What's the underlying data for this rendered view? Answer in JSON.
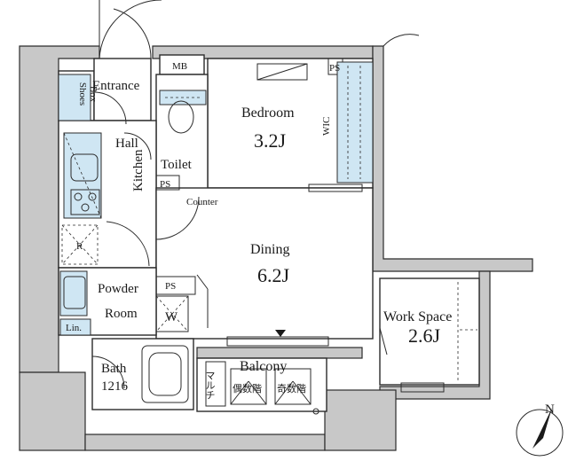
{
  "rooms": {
    "entrance": "Entrance",
    "shoes_box_line1": "Shoes",
    "shoes_box_line2": "Box",
    "mb": "MB",
    "bedroom": "Bedroom",
    "bedroom_size": "3.2J",
    "ps_top": "PS",
    "wic": "WIC",
    "hall": "Hall",
    "kitchen": "Kitchen",
    "toilet": "Toilet",
    "ps_toilet": "PS",
    "counter": "Counter",
    "dining": "Dining",
    "dining_size": "6.2J",
    "refrigerator": "R",
    "powder_room_line1": "Powder",
    "powder_room_line2": "Room",
    "ps_powder": "PS",
    "washer": "W",
    "work_space": "Work Space",
    "work_space_size": "2.6J",
    "linen": "Lin.",
    "bath": "Bath",
    "bath_size": "1216",
    "balcony": "Balcony",
    "multi": "マルチ",
    "even_floor": "偶数階",
    "odd_floor": "奇数階",
    "north_mark": "N"
  }
}
